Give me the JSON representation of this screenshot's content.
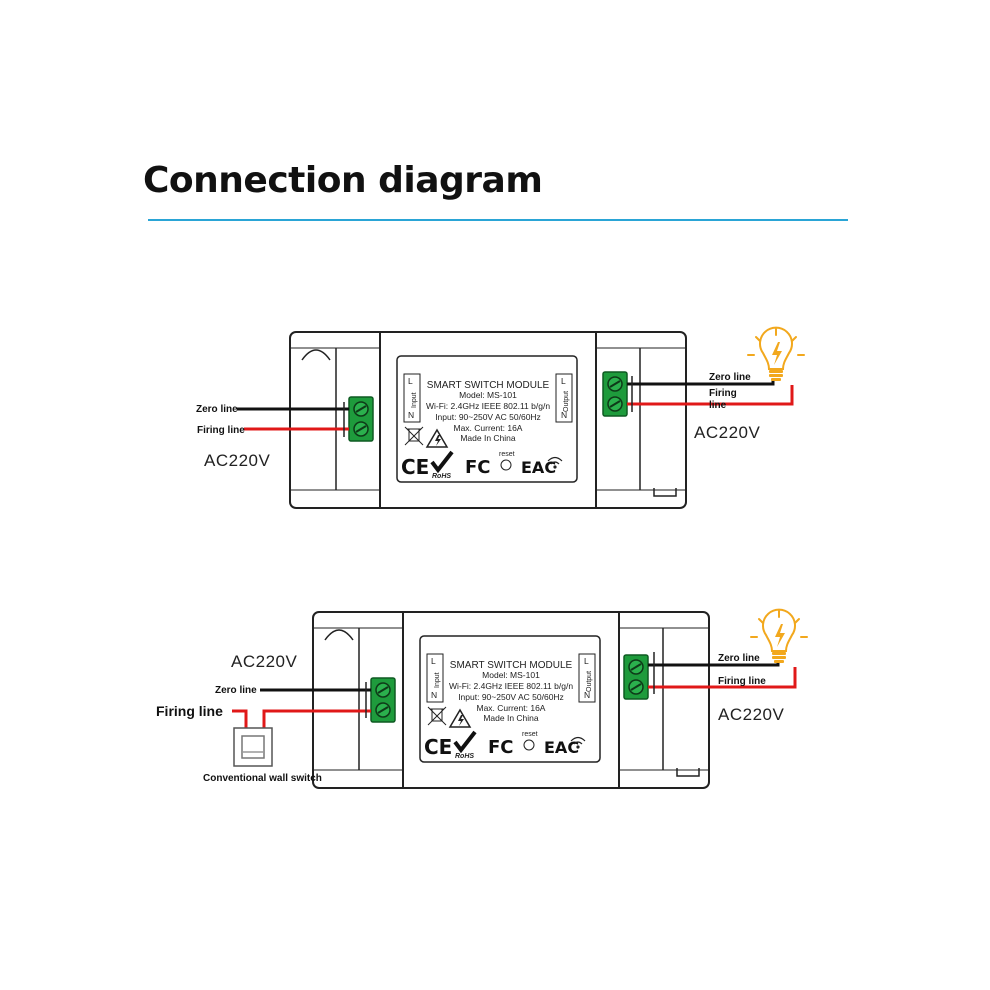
{
  "title": "Connection diagram",
  "colors": {
    "accent_rule": "#2aa5d6",
    "live_wire": "#e01818",
    "neutral_wire": "#111111",
    "terminal": "#1e9b3c",
    "bulb": "#f2a81d"
  },
  "icons": [
    "bulb-icon",
    "weee-bin-icon",
    "high-voltage-icon",
    "ce-mark",
    "check-mark",
    "fc-mark",
    "eac-mark",
    "wifi-icon",
    "reset-button-icon",
    "wall-switch-icon"
  ],
  "module_label": {
    "title": "SMART SWITCH MODULE",
    "lines": [
      "Model: MS-101",
      "Wi-Fi: 2.4GHz IEEE 802.11 b/g/n",
      "Input: 90~250V AC 50/60Hz",
      "Max. Current: 16A",
      "Made In China"
    ],
    "input_side": {
      "l": "L",
      "n": "N",
      "word": "Input"
    },
    "output_side": {
      "l": "L",
      "n": "N",
      "word": "Output"
    },
    "reset": "reset",
    "marks": {
      "ce": "CE",
      "rohs": "RoHS",
      "fc": "FC",
      "eac": "EAC"
    }
  },
  "diagram1": {
    "left_zero": "Zero line",
    "left_firing": "Firing line",
    "left_voltage": "AC220V",
    "right_zero": "Zero line",
    "right_firing_1": "Firing",
    "right_firing_2": "line",
    "right_voltage": "AC220V"
  },
  "diagram2": {
    "left_voltage": "AC220V",
    "left_zero": "Zero line",
    "left_firing": "Firing line",
    "switch_label": "Conventional wall switch",
    "right_zero": "Zero line",
    "right_firing": "Firing line",
    "right_voltage": "AC220V"
  }
}
